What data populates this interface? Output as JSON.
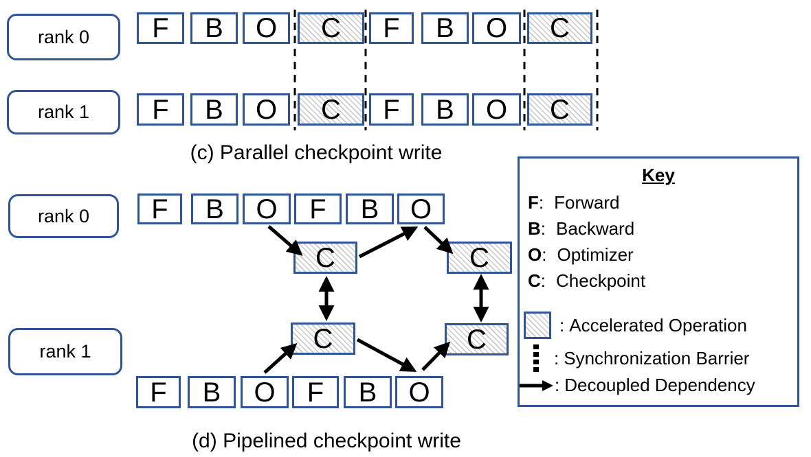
{
  "colors": {
    "box_border": "#2F5597",
    "hatch_line": "#c8c8c8",
    "line_black": "#000000",
    "background": "#ffffff",
    "text": "#000000"
  },
  "parallel": {
    "caption": "(c) Parallel checkpoint write",
    "rank0_label": "rank 0",
    "rank1_label": "rank 1",
    "rank0_sequence": [
      "F",
      "B",
      "O",
      "C",
      "F",
      "B",
      "O",
      "C"
    ],
    "rank1_sequence": [
      "F",
      "B",
      "O",
      "C",
      "F",
      "B",
      "O",
      "C"
    ]
  },
  "pipelined": {
    "caption": "(d) Pipelined checkpoint write",
    "rank0_label": "rank 0",
    "rank1_label": "rank 1",
    "rank0_sequence": [
      "F",
      "B",
      "O",
      "F",
      "B",
      "O"
    ],
    "rank1_sequence": [
      "F",
      "B",
      "O",
      "F",
      "B",
      "O"
    ],
    "rank0_checkpoints": [
      "C",
      "C"
    ],
    "rank1_checkpoints": [
      "C",
      "C"
    ]
  },
  "key": {
    "title": "Key",
    "colon": ":",
    "abbreviations": [
      {
        "symbol": "F",
        "label": "Forward"
      },
      {
        "symbol": "B",
        "label": "Backward"
      },
      {
        "symbol": "O",
        "label": "Optimizer"
      },
      {
        "symbol": "C",
        "label": "Checkpoint"
      }
    ],
    "symbols": [
      {
        "icon": "hatched-box-icon",
        "label": "Accelerated Operation"
      },
      {
        "icon": "dotted-line-icon",
        "label": "Synchronization Barrier"
      },
      {
        "icon": "arrow-icon",
        "label": "Decoupled Dependency"
      }
    ]
  }
}
